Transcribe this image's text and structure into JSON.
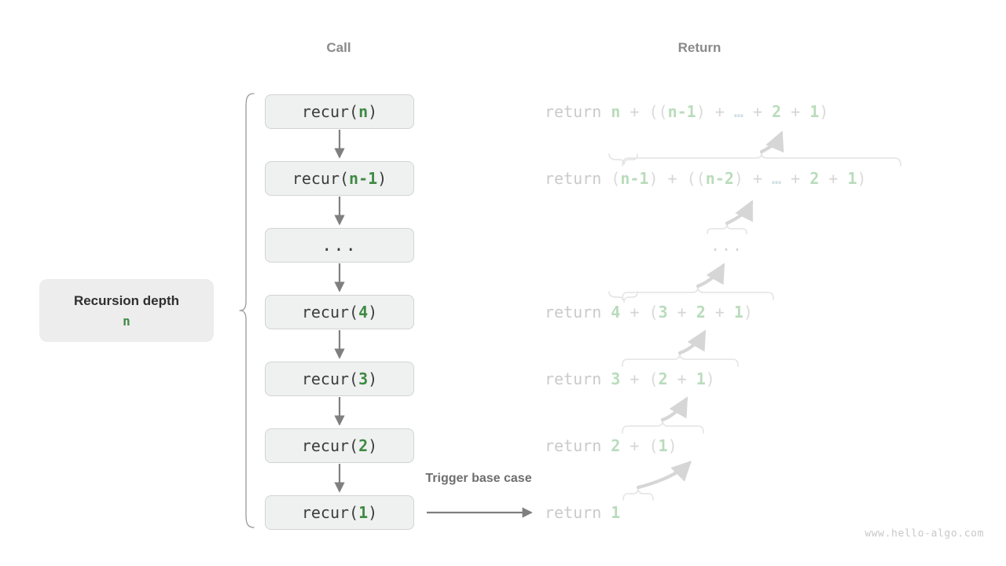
{
  "headers": {
    "call": "Call",
    "return": "Return"
  },
  "depth_card": {
    "title": "Recursion depth",
    "value": "n"
  },
  "trigger_label": "Trigger base case",
  "watermark": "www.hello-algo.com",
  "colors": {
    "box_fill": "#eff0f0",
    "box_border": "#d2d3d3",
    "box_text": "#3c3c3c",
    "arg_green": "#3f8a43",
    "return_keyword": "#c9cbc9",
    "return_green": "#b9dcbb",
    "arrow_gray": "#7f7f7f",
    "faded_gray": "#d8d8d8",
    "header_gray": "#8a8a8a",
    "card_fill": "#ededed"
  },
  "call_stack": [
    {
      "prefix": "recur(",
      "arg": "n",
      "suffix": ")"
    },
    {
      "prefix": "recur(",
      "arg": "n-1",
      "suffix": ")"
    },
    {
      "prefix": "",
      "arg": "",
      "suffix": "",
      "ellipsis": "..."
    },
    {
      "prefix": "recur(",
      "arg": "4",
      "suffix": ")"
    },
    {
      "prefix": "recur(",
      "arg": "3",
      "suffix": ")"
    },
    {
      "prefix": "recur(",
      "arg": "2",
      "suffix": ")"
    },
    {
      "prefix": "recur(",
      "arg": "1",
      "suffix": ")"
    }
  ],
  "returns": [
    {
      "text": "return n + ((n-1) + … + 2 + 1)"
    },
    {
      "text": "return (n-1) + ((n-2) + … + 2 + 1)"
    },
    {
      "text": "..."
    },
    {
      "text": "return 4 + (3 + 2 + 1)"
    },
    {
      "text": "return 3 + (2 + 1)"
    },
    {
      "text": "return 2 + (1)"
    },
    {
      "text": "return 1"
    }
  ]
}
